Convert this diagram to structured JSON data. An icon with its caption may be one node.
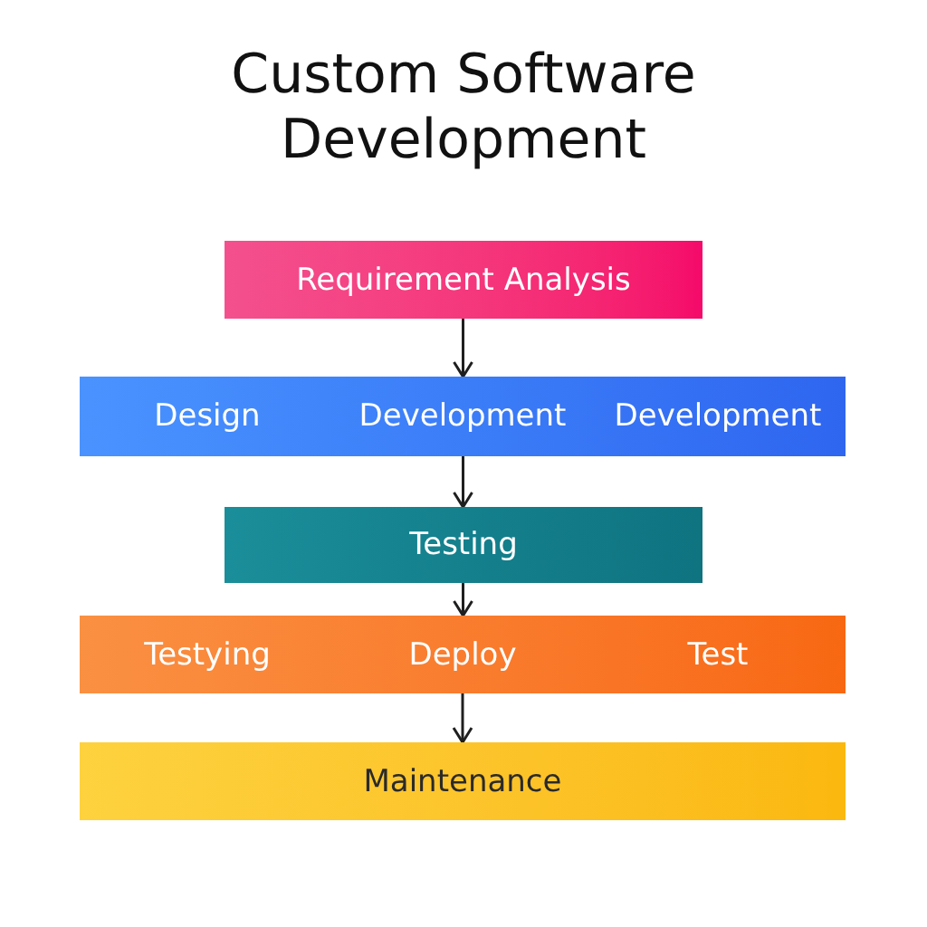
{
  "diagram": {
    "title": "Custom Software Development",
    "nodes": [
      {
        "text": [
          "Requirement Analysis"
        ]
      },
      {
        "text": [
          "Design",
          "Development",
          "Development"
        ]
      },
      {
        "text": [
          "Testing"
        ]
      },
      {
        "text": [
          "Testying",
          "Deploy",
          "Test"
        ]
      },
      {
        "text": [
          "Maintenance"
        ]
      }
    ],
    "edges": [
      {
        "from": 0,
        "to": 1,
        "arrow": "to"
      },
      {
        "from": 1,
        "to": 2,
        "arrow": "to"
      },
      {
        "from": 2,
        "to": 3,
        "arrow": "to"
      },
      {
        "from": 3,
        "to": 4,
        "arrow": "to"
      }
    ]
  }
}
